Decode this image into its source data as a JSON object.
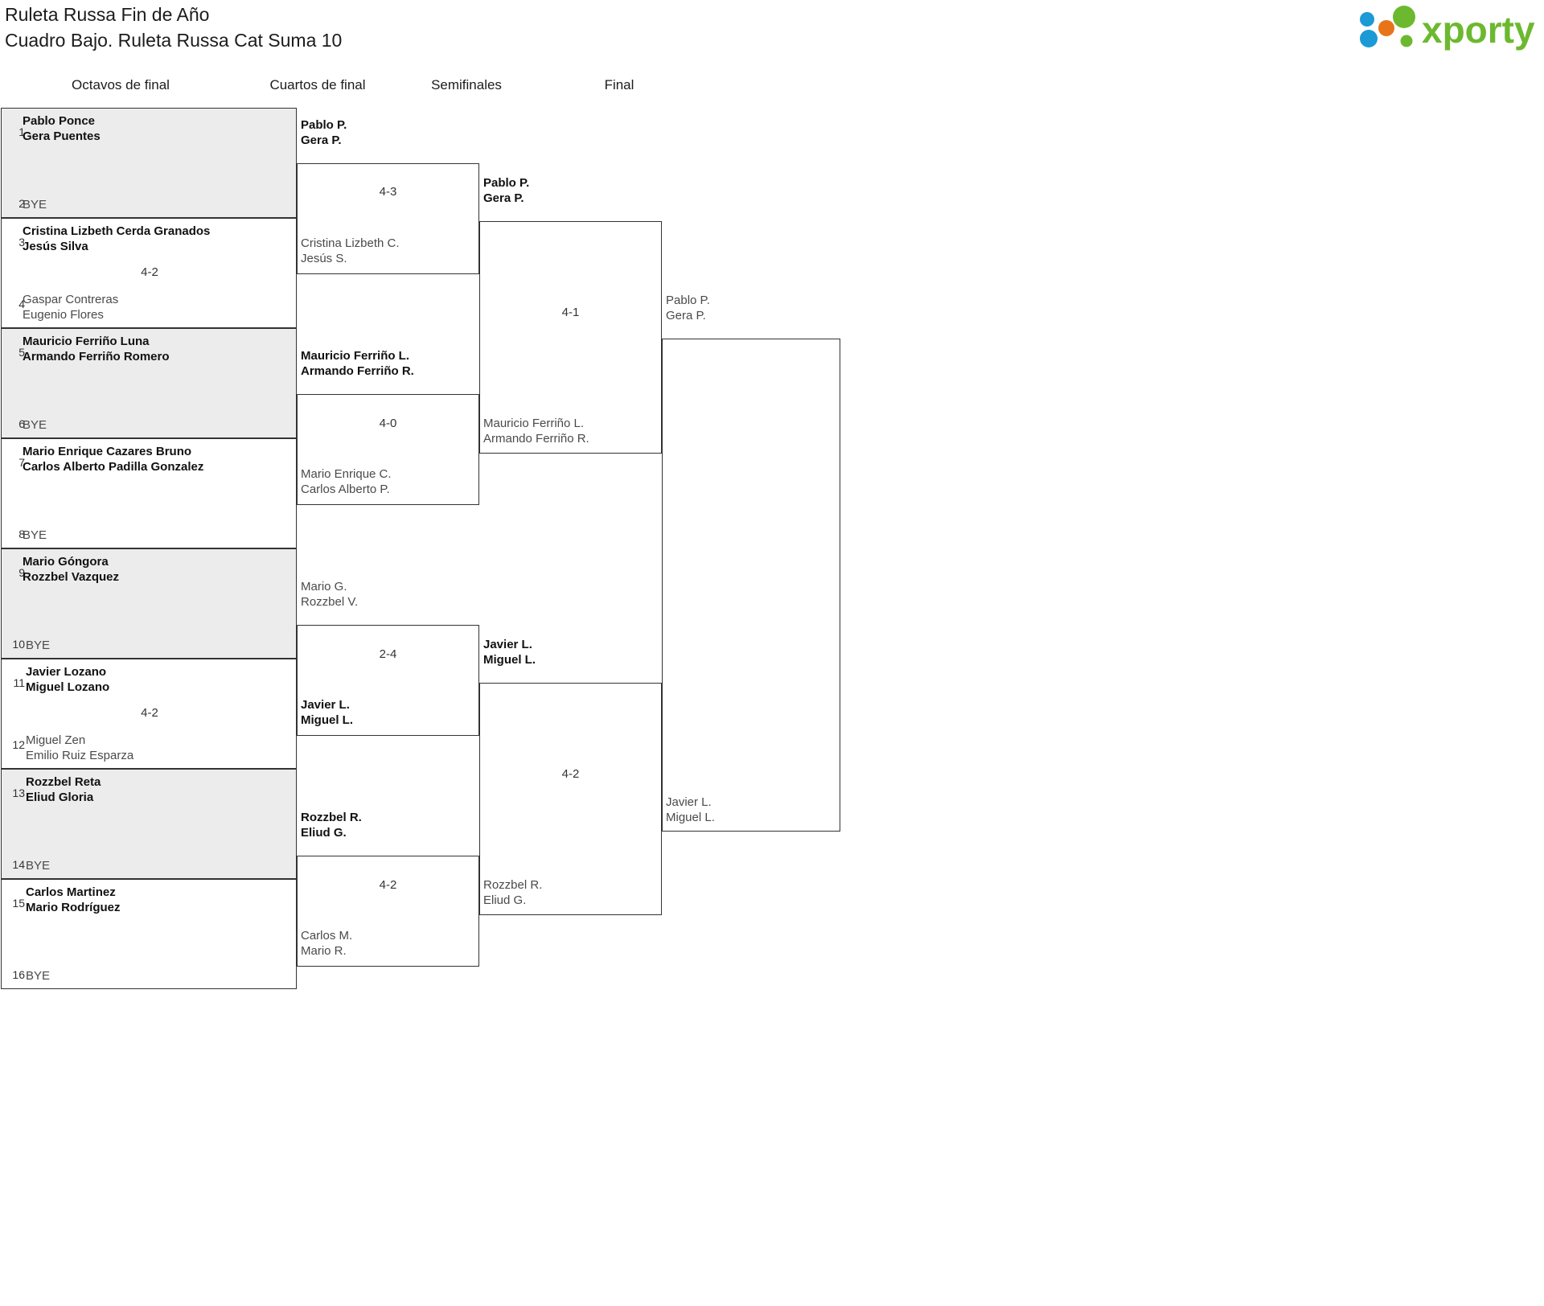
{
  "header": {
    "title_line1": "Ruleta Russa Fin de Año",
    "title_line2": "Cuadro Bajo. Ruleta Russa Cat Suma 10",
    "logo_text": "xporty",
    "logo_colors": {
      "blue": "#1b9ad6",
      "orange": "#e8741a",
      "green": "#6cb92f"
    }
  },
  "rounds": [
    {
      "label": "Octavos de final"
    },
    {
      "label": "Cuartos de final"
    },
    {
      "label": "Semifinales"
    },
    {
      "label": "Final"
    }
  ],
  "round1": {
    "matches": [
      {
        "score": "",
        "top": {
          "seed": "1",
          "line1": "Pablo Ponce",
          "line2": "Gera Puentes",
          "result": "winner"
        },
        "bottom": {
          "seed": "2",
          "line1": "BYE",
          "line2": "",
          "result": "bye"
        }
      },
      {
        "score": "4-2",
        "top": {
          "seed": "3",
          "line1": "Cristina Lizbeth Cerda Granados",
          "line2": "Jesús Silva",
          "result": "winner"
        },
        "bottom": {
          "seed": "4",
          "line1": "Gaspar Contreras",
          "line2": "Eugenio Flores",
          "result": "loser"
        }
      },
      {
        "score": "",
        "top": {
          "seed": "5",
          "line1": "Mauricio Ferriño Luna",
          "line2": "Armando Ferriño Romero",
          "result": "winner"
        },
        "bottom": {
          "seed": "6",
          "line1": "BYE",
          "line2": "",
          "result": "bye"
        }
      },
      {
        "score": "",
        "top": {
          "seed": "7",
          "line1": "Mario Enrique Cazares Bruno",
          "line2": "Carlos Alberto Padilla Gonzalez",
          "result": "winner"
        },
        "bottom": {
          "seed": "8",
          "line1": "BYE",
          "line2": "",
          "result": "bye"
        }
      },
      {
        "score": "",
        "top": {
          "seed": "9",
          "line1": "Mario Góngora",
          "line2": "Rozzbel Vazquez",
          "result": "winner"
        },
        "bottom": {
          "seed": "10",
          "line1": "BYE",
          "line2": "",
          "result": "bye"
        }
      },
      {
        "score": "4-2",
        "top": {
          "seed": "11",
          "line1": "Javier Lozano",
          "line2": "Miguel Lozano",
          "result": "winner"
        },
        "bottom": {
          "seed": "12",
          "line1": "Miguel Zen",
          "line2": "Emilio Ruiz Esparza",
          "result": "loser"
        }
      },
      {
        "score": "",
        "top": {
          "seed": "13",
          "line1": "Rozzbel Reta",
          "line2": "Eliud Gloria",
          "result": "winner"
        },
        "bottom": {
          "seed": "14",
          "line1": "BYE",
          "line2": "",
          "result": "bye"
        }
      },
      {
        "score": "",
        "top": {
          "seed": "15",
          "line1": "Carlos Martinez",
          "line2": "Mario Rodríguez",
          "result": "winner"
        },
        "bottom": {
          "seed": "16",
          "line1": "BYE",
          "line2": "",
          "result": "bye"
        }
      }
    ]
  },
  "round2": {
    "matches": [
      {
        "score": "4-3",
        "top": {
          "line1": "Pablo P.",
          "line2": "Gera P.",
          "result": "winner"
        },
        "bottom": {
          "line1": "Cristina Lizbeth C.",
          "line2": "Jesús S.",
          "result": "loser"
        }
      },
      {
        "score": "4-0",
        "top": {
          "line1": "Mauricio Ferriño L.",
          "line2": "Armando Ferriño R.",
          "result": "winner"
        },
        "bottom": {
          "line1": "Mario Enrique C.",
          "line2": "Carlos Alberto P.",
          "result": "loser"
        }
      },
      {
        "score": "2-4",
        "top": {
          "line1": "Mario G.",
          "line2": "Rozzbel V.",
          "result": "loser"
        },
        "bottom": {
          "line1": "Javier L.",
          "line2": "Miguel L.",
          "result": "winner"
        }
      },
      {
        "score": "4-2",
        "top": {
          "line1": "Rozzbel R.",
          "line2": "Eliud G.",
          "result": "winner"
        },
        "bottom": {
          "line1": "Carlos M.",
          "line2": "Mario R.",
          "result": "loser"
        }
      }
    ]
  },
  "round3": {
    "matches": [
      {
        "score": "4-1",
        "top": {
          "line1": "Pablo P.",
          "line2": "Gera P.",
          "result": "winner"
        },
        "bottom": {
          "line1": "Mauricio Ferriño L.",
          "line2": "Armando Ferriño R.",
          "result": "loser"
        }
      },
      {
        "score": "4-2",
        "top": {
          "line1": "Javier L.",
          "line2": "Miguel L.",
          "result": "winner"
        },
        "bottom": {
          "line1": "Rozzbel R.",
          "line2": "Eliud G.",
          "result": "loser"
        }
      }
    ]
  },
  "round4": {
    "matches": [
      {
        "score": "",
        "top": {
          "line1": "Pablo P.",
          "line2": "Gera P.",
          "result": "loser"
        },
        "bottom": {
          "line1": "Javier L.",
          "line2": "Miguel L.",
          "result": "loser"
        }
      }
    ]
  }
}
